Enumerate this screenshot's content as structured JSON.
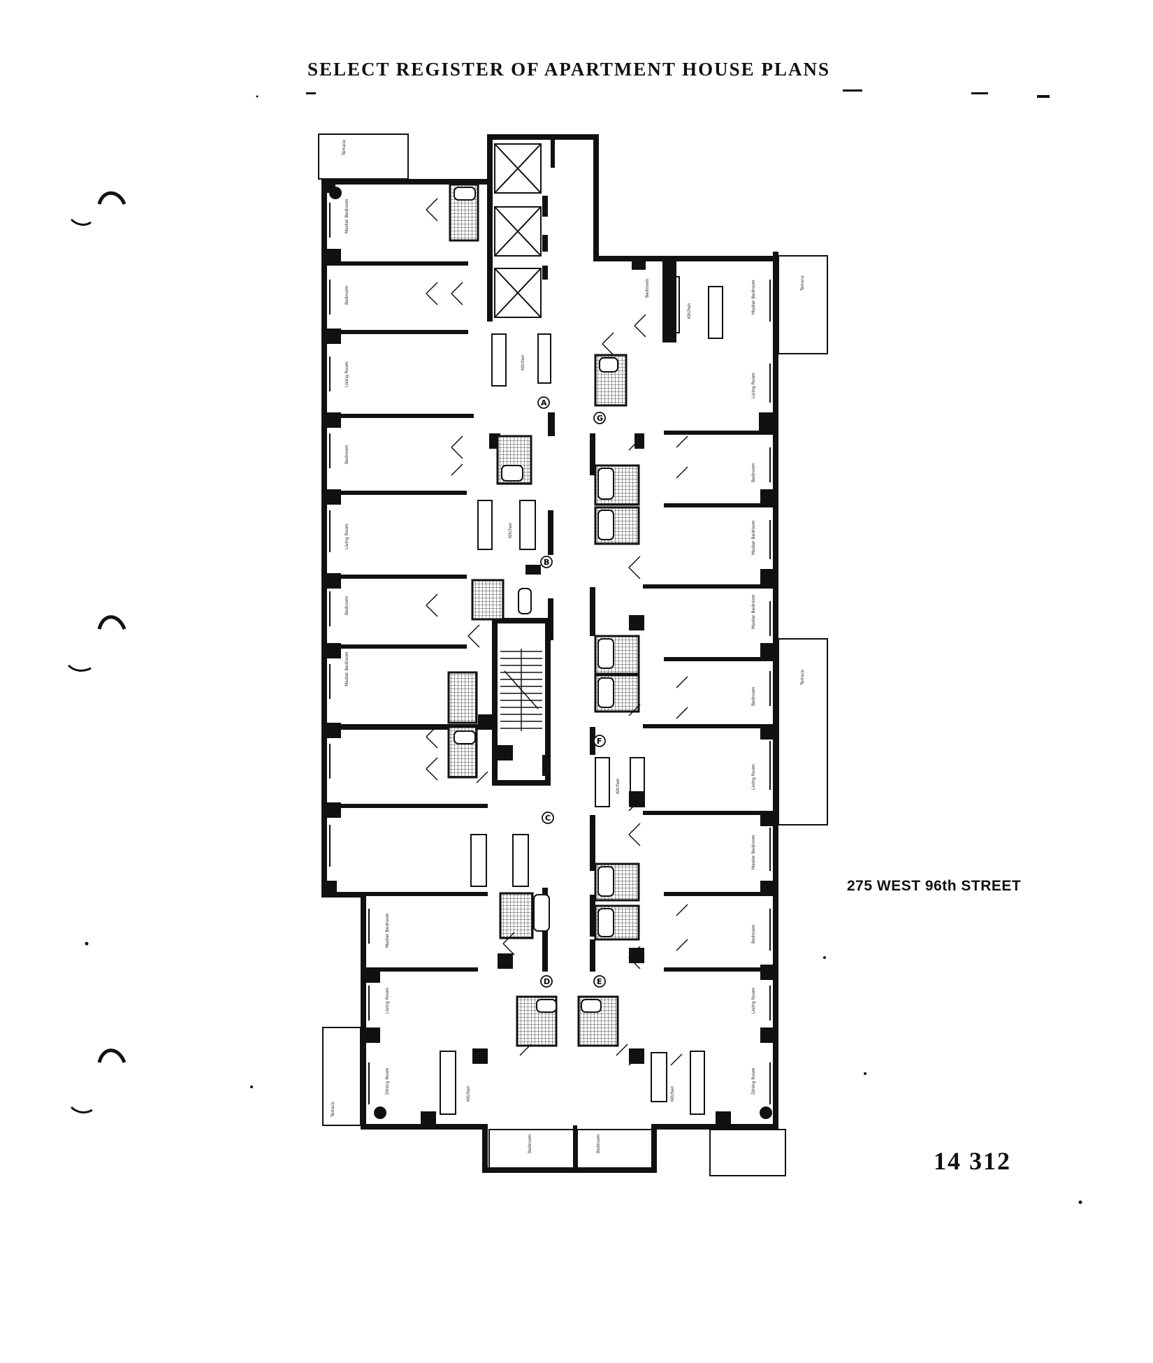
{
  "header": {
    "title": "SELECT REGISTER OF APARTMENT HOUSE PLANS"
  },
  "building": {
    "address": "275 WEST 96th STREET"
  },
  "page": {
    "number": "14 312"
  },
  "plan": {
    "units": [
      "A",
      "B",
      "C",
      "D",
      "E",
      "F",
      "G"
    ],
    "rooms": [
      "Terrace",
      "Master Bedroom",
      "Bedroom",
      "Living Room",
      "Kitchen",
      "Bedroom",
      "Master Bedroom",
      "Living Room",
      "Bedroom",
      "Kitchen",
      "Master Bedroom",
      "Living Room",
      "Dining Room",
      "Kitchen",
      "Terrace",
      "Bedroom",
      "Bedroom",
      "Kitchen",
      "Dining Room",
      "Living Room",
      "Bedroom",
      "Master Bedroom",
      "Living Room",
      "Kitchen",
      "Terrace",
      "Bedroom",
      "Master Bedroom",
      "Bedroom",
      "Master Bedroom",
      "Living Room",
      "Kitchen",
      "Bedroom",
      "Master Bedroom",
      "Terrace"
    ]
  }
}
